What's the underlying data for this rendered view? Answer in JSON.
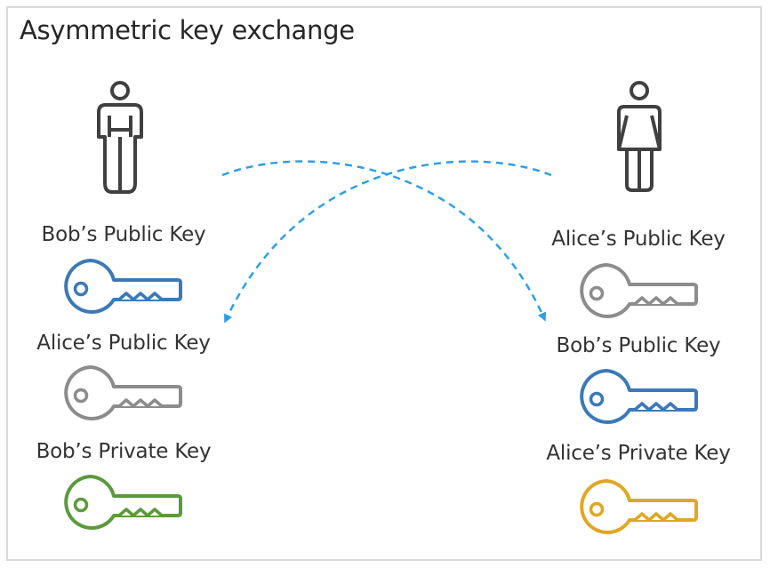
{
  "title": "Asymmetric key exchange",
  "colors": {
    "bob_public": "#3b79b8",
    "alice_public": "#8c8c8c",
    "bob_private": "#5b9a3c",
    "alice_private": "#e0a722",
    "arrow": "#2f9fe6",
    "person": "#404040"
  },
  "bob": {
    "icon": "man-icon",
    "keys": [
      {
        "label": "Bob’s Public Key",
        "color": "#3b79b8"
      },
      {
        "label": "Alice’s Public Key",
        "color": "#8c8c8c"
      },
      {
        "label": "Bob’s Private Key",
        "color": "#5b9a3c"
      }
    ]
  },
  "alice": {
    "icon": "woman-icon",
    "keys": [
      {
        "label": "Alice’s Public Key",
        "color": "#8c8c8c"
      },
      {
        "label": "Bob’s Public Key",
        "color": "#3b79b8"
      },
      {
        "label": "Alice’s Private Key",
        "color": "#e0a722"
      }
    ]
  }
}
